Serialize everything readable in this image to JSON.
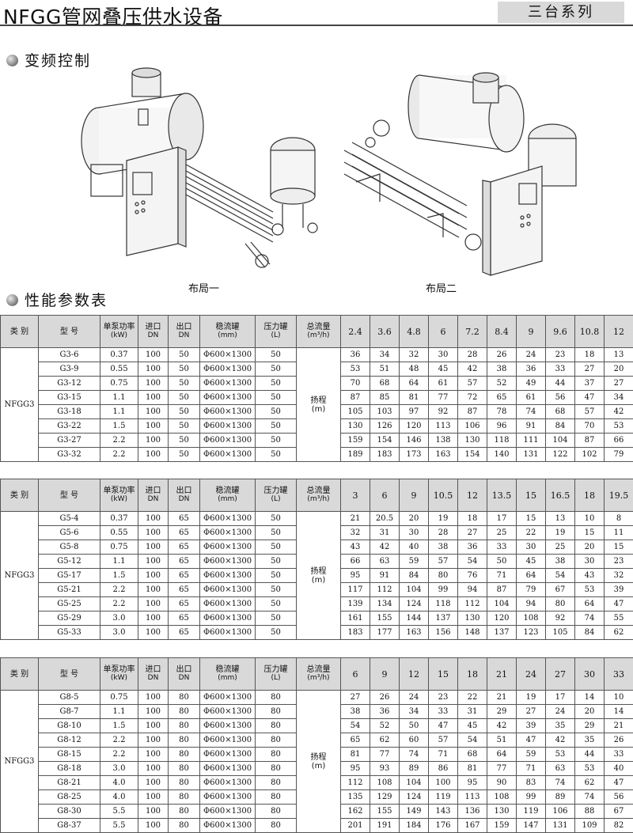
{
  "header": {
    "title": "NFGG管网叠压供水设备",
    "series": "三台系列"
  },
  "sections": {
    "vfd": "变频控制",
    "perf": "性能参数表"
  },
  "captions": {
    "layout1": "布局一",
    "layout2": "布局二"
  },
  "col_headers": {
    "category": "类 别",
    "model": "型 号",
    "power": "单泵功率",
    "power_unit": "(kW)",
    "inlet": "进口",
    "inlet_unit": "DN",
    "outlet": "出口",
    "outlet_unit": "DN",
    "stab": "稳流罐",
    "stab_unit": "(mm)",
    "press": "压力罐",
    "press_unit": "(L)",
    "flow": "总流量",
    "flow_unit": "(m³/h)"
  },
  "lift_label": {
    "text": "扬程",
    "unit": "(m)"
  },
  "tables": [
    {
      "category": "NFGG3",
      "flows": [
        "2.4",
        "3.6",
        "4.8",
        "6",
        "7.2",
        "8.4",
        "9",
        "9.6",
        "10.8",
        "12"
      ],
      "rows": [
        {
          "model": "G3-6",
          "power": "0.37",
          "inlet": "100",
          "outlet": "50",
          "stab": "Φ600×1300",
          "press": "50",
          "heads": [
            "36",
            "34",
            "32",
            "30",
            "28",
            "26",
            "24",
            "23",
            "18",
            "13"
          ]
        },
        {
          "model": "G3-9",
          "power": "0.55",
          "inlet": "100",
          "outlet": "50",
          "stab": "Φ600×1300",
          "press": "50",
          "heads": [
            "53",
            "51",
            "48",
            "45",
            "42",
            "38",
            "36",
            "33",
            "27",
            "20"
          ]
        },
        {
          "model": "G3-12",
          "power": "0.75",
          "inlet": "100",
          "outlet": "50",
          "stab": "Φ600×1300",
          "press": "50",
          "heads": [
            "70",
            "68",
            "64",
            "61",
            "57",
            "52",
            "49",
            "44",
            "37",
            "27"
          ]
        },
        {
          "model": "G3-15",
          "power": "1.1",
          "inlet": "100",
          "outlet": "50",
          "stab": "Φ600×1300",
          "press": "50",
          "heads": [
            "87",
            "85",
            "81",
            "77",
            "72",
            "65",
            "61",
            "56",
            "47",
            "34"
          ]
        },
        {
          "model": "G3-18",
          "power": "1.1",
          "inlet": "100",
          "outlet": "50",
          "stab": "Φ600×1300",
          "press": "50",
          "heads": [
            "105",
            "103",
            "97",
            "92",
            "87",
            "78",
            "74",
            "68",
            "57",
            "42"
          ]
        },
        {
          "model": "G3-22",
          "power": "1.5",
          "inlet": "100",
          "outlet": "50",
          "stab": "Φ600×1300",
          "press": "50",
          "heads": [
            "130",
            "126",
            "120",
            "113",
            "106",
            "96",
            "91",
            "84",
            "70",
            "53"
          ]
        },
        {
          "model": "G3-27",
          "power": "2.2",
          "inlet": "100",
          "outlet": "50",
          "stab": "Φ600×1300",
          "press": "50",
          "heads": [
            "159",
            "154",
            "146",
            "138",
            "130",
            "118",
            "111",
            "104",
            "87",
            "66"
          ]
        },
        {
          "model": "G3-32",
          "power": "2.2",
          "inlet": "100",
          "outlet": "50",
          "stab": "Φ600×1300",
          "press": "50",
          "heads": [
            "189",
            "183",
            "173",
            "163",
            "154",
            "140",
            "131",
            "122",
            "102",
            "79"
          ]
        }
      ]
    },
    {
      "category": "NFGG3",
      "flows": [
        "3",
        "6",
        "9",
        "10.5",
        "12",
        "13.5",
        "15",
        "16.5",
        "18",
        "19.5"
      ],
      "rows": [
        {
          "model": "G5-4",
          "power": "0.37",
          "inlet": "100",
          "outlet": "65",
          "stab": "Φ600×1300",
          "press": "50",
          "heads": [
            "21",
            "20.5",
            "20",
            "19",
            "18",
            "17",
            "15",
            "13",
            "10",
            "8"
          ]
        },
        {
          "model": "G5-6",
          "power": "0.55",
          "inlet": "100",
          "outlet": "65",
          "stab": "Φ600×1300",
          "press": "50",
          "heads": [
            "32",
            "31",
            "30",
            "28",
            "27",
            "25",
            "22",
            "19",
            "15",
            "11"
          ]
        },
        {
          "model": "G5-8",
          "power": "0.75",
          "inlet": "100",
          "outlet": "65",
          "stab": "Φ600×1300",
          "press": "50",
          "heads": [
            "43",
            "42",
            "40",
            "38",
            "36",
            "33",
            "30",
            "25",
            "20",
            "15"
          ]
        },
        {
          "model": "G5-12",
          "power": "1.1",
          "inlet": "100",
          "outlet": "65",
          "stab": "Φ600×1300",
          "press": "50",
          "heads": [
            "66",
            "63",
            "59",
            "57",
            "54",
            "50",
            "45",
            "38",
            "30",
            "23"
          ]
        },
        {
          "model": "G5-17",
          "power": "1.5",
          "inlet": "100",
          "outlet": "65",
          "stab": "Φ600×1300",
          "press": "50",
          "heads": [
            "95",
            "91",
            "84",
            "80",
            "76",
            "71",
            "64",
            "54",
            "43",
            "32"
          ]
        },
        {
          "model": "G5-21",
          "power": "2.2",
          "inlet": "100",
          "outlet": "65",
          "stab": "Φ600×1300",
          "press": "50",
          "heads": [
            "117",
            "112",
            "104",
            "99",
            "94",
            "87",
            "79",
            "67",
            "53",
            "39"
          ]
        },
        {
          "model": "G5-25",
          "power": "2.2",
          "inlet": "100",
          "outlet": "65",
          "stab": "Φ600×1300",
          "press": "50",
          "heads": [
            "139",
            "134",
            "124",
            "118",
            "112",
            "104",
            "94",
            "80",
            "64",
            "47"
          ]
        },
        {
          "model": "G5-29",
          "power": "3.0",
          "inlet": "100",
          "outlet": "65",
          "stab": "Φ600×1300",
          "press": "50",
          "heads": [
            "161",
            "155",
            "144",
            "137",
            "130",
            "120",
            "108",
            "92",
            "74",
            "55"
          ]
        },
        {
          "model": "G5-33",
          "power": "3.0",
          "inlet": "100",
          "outlet": "65",
          "stab": "Φ600×1300",
          "press": "50",
          "heads": [
            "183",
            "177",
            "163",
            "156",
            "148",
            "137",
            "123",
            "105",
            "84",
            "62"
          ]
        }
      ]
    },
    {
      "category": "NFGG3",
      "flows": [
        "6",
        "9",
        "12",
        "15",
        "18",
        "21",
        "24",
        "27",
        "30",
        "33"
      ],
      "rows": [
        {
          "model": "G8-5",
          "power": "0.75",
          "inlet": "100",
          "outlet": "80",
          "stab": "Φ600×1300",
          "press": "80",
          "heads": [
            "27",
            "26",
            "24",
            "23",
            "22",
            "21",
            "19",
            "17",
            "14",
            "10"
          ]
        },
        {
          "model": "G8-7",
          "power": "1.1",
          "inlet": "100",
          "outlet": "80",
          "stab": "Φ600×1300",
          "press": "80",
          "heads": [
            "38",
            "36",
            "34",
            "33",
            "31",
            "29",
            "27",
            "24",
            "20",
            "14"
          ]
        },
        {
          "model": "G8-10",
          "power": "1.5",
          "inlet": "100",
          "outlet": "80",
          "stab": "Φ600×1300",
          "press": "80",
          "heads": [
            "54",
            "52",
            "50",
            "47",
            "45",
            "42",
            "39",
            "35",
            "29",
            "21"
          ]
        },
        {
          "model": "G8-12",
          "power": "2.2",
          "inlet": "100",
          "outlet": "80",
          "stab": "Φ600×1300",
          "press": "80",
          "heads": [
            "65",
            "62",
            "60",
            "57",
            "54",
            "51",
            "47",
            "42",
            "35",
            "26"
          ]
        },
        {
          "model": "G8-15",
          "power": "2.2",
          "inlet": "100",
          "outlet": "80",
          "stab": "Φ600×1300",
          "press": "80",
          "heads": [
            "81",
            "77",
            "74",
            "71",
            "68",
            "64",
            "59",
            "53",
            "44",
            "33"
          ]
        },
        {
          "model": "G8-18",
          "power": "3.0",
          "inlet": "100",
          "outlet": "80",
          "stab": "Φ600×1300",
          "press": "80",
          "heads": [
            "95",
            "93",
            "89",
            "86",
            "81",
            "77",
            "71",
            "63",
            "53",
            "40"
          ]
        },
        {
          "model": "G8-21",
          "power": "4.0",
          "inlet": "100",
          "outlet": "80",
          "stab": "Φ600×1300",
          "press": "80",
          "heads": [
            "112",
            "108",
            "104",
            "100",
            "95",
            "90",
            "83",
            "74",
            "62",
            "47"
          ]
        },
        {
          "model": "G8-25",
          "power": "4.0",
          "inlet": "100",
          "outlet": "80",
          "stab": "Φ600×1300",
          "press": "80",
          "heads": [
            "135",
            "129",
            "124",
            "119",
            "113",
            "108",
            "99",
            "89",
            "74",
            "56"
          ]
        },
        {
          "model": "G8-30",
          "power": "5.5",
          "inlet": "100",
          "outlet": "80",
          "stab": "Φ600×1300",
          "press": "80",
          "heads": [
            "162",
            "155",
            "149",
            "143",
            "136",
            "130",
            "119",
            "106",
            "88",
            "67"
          ]
        },
        {
          "model": "G8-37",
          "power": "5.5",
          "inlet": "100",
          "outlet": "80",
          "stab": "Φ600×1300",
          "press": "80",
          "heads": [
            "201",
            "191",
            "184",
            "176",
            "167",
            "159",
            "147",
            "131",
            "109",
            "82"
          ]
        }
      ]
    }
  ]
}
